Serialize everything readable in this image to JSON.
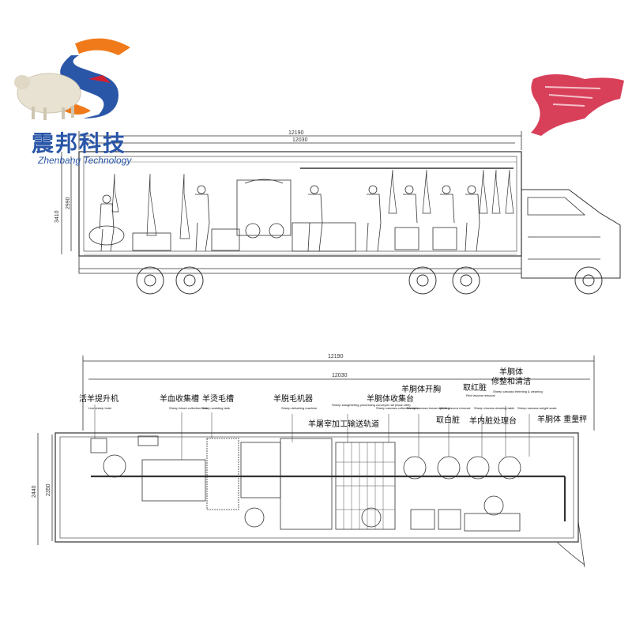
{
  "logo": {
    "title_cn": "震邦科技",
    "title_en": "Zhenbang Technology",
    "colors": {
      "blue": "#2a56a8",
      "orange": "#f07a1a",
      "red": "#d02030"
    }
  },
  "side_view": {
    "dims": {
      "overall": "12190",
      "inner": "12030",
      "height_outer": "3410",
      "height_inner": "2990"
    }
  },
  "plan_view": {
    "dims": {
      "overall": "12190",
      "inner": "12030",
      "width_outer": "2440",
      "width_inner": "2350"
    },
    "labels": [
      {
        "cn": "活羊提升机",
        "en": "Live sheep hoist"
      },
      {
        "cn": "羊血收集槽",
        "en": "Sheep blood collection tank"
      },
      {
        "cn": "羊烫毛槽",
        "en": "Sheep scalding tank"
      },
      {
        "cn": "羊脱毛机器",
        "en": "Sheep dehairing machine"
      },
      {
        "cn": "羊屠宰加工输送轨道",
        "en": "Sheep slaughtering processing conveyor rail (Dual orbit)"
      },
      {
        "cn": "羊胴体收集台",
        "en": "Sheep carcass collection table"
      },
      {
        "cn": "羊胴体开胸",
        "en": "Sheep carcass breast opening"
      },
      {
        "cn": "取白脏",
        "en": "White viscera removal"
      },
      {
        "cn": "取红脏",
        "en": "Red viscera removal"
      },
      {
        "cn": "羊内脏处理台",
        "en": "Sheep viscera cleaning table"
      },
      {
        "cn": "羊胴体",
        "en": ""
      },
      {
        "cn": "修整和清洁",
        "en": "Sheep carcass trimming & cleaning"
      },
      {
        "cn": "羊胴体 重量秤",
        "en": "Sheep carcass weight scale"
      }
    ]
  }
}
